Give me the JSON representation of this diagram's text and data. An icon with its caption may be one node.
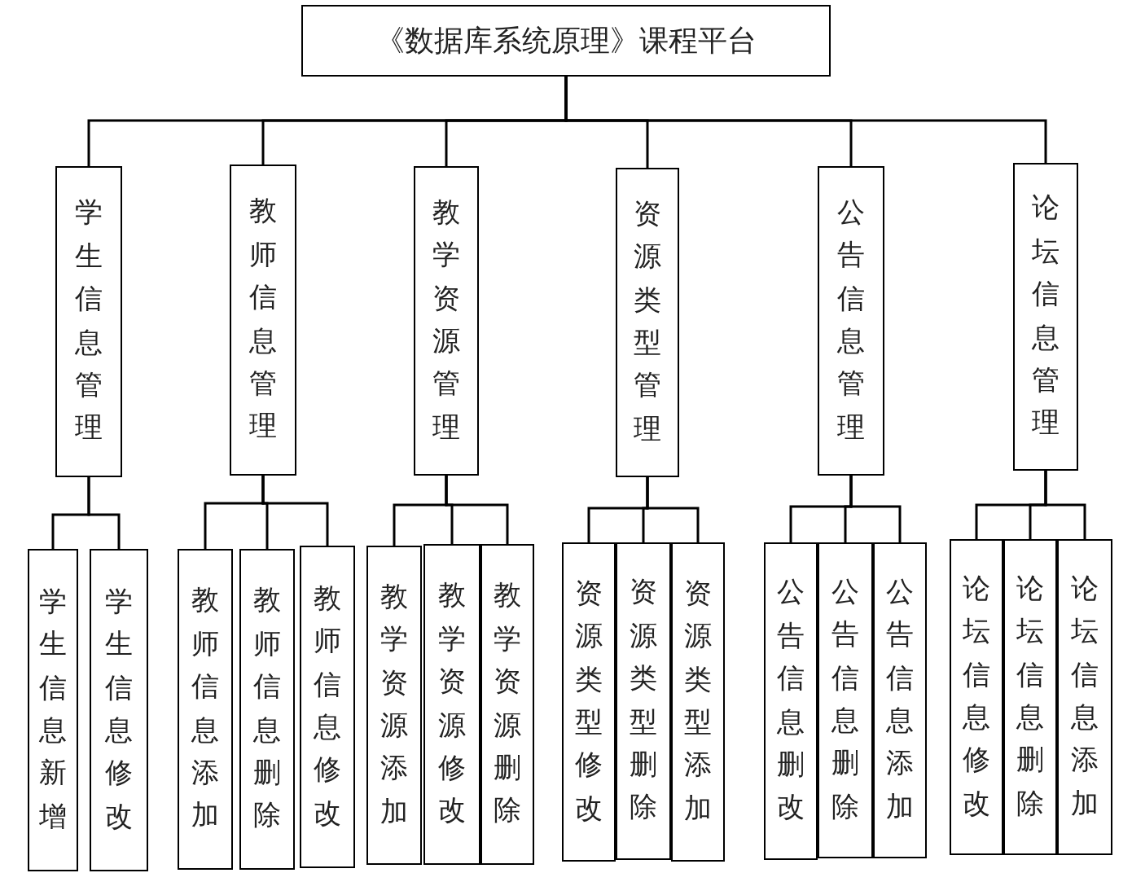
{
  "diagram": {
    "nodes": [
      {
        "text": [
          "《数据库系统原理》课程平台"
        ]
      },
      {
        "text": [
          "学生信息管理"
        ]
      },
      {
        "text": [
          "教师信息管理"
        ]
      },
      {
        "text": [
          "教学资源管理"
        ]
      },
      {
        "text": [
          "资源类型管理"
        ]
      },
      {
        "text": [
          "公告信息管理"
        ]
      },
      {
        "text": [
          "论坛信息管理"
        ]
      },
      {
        "text": [
          "学生信息新增"
        ]
      },
      {
        "text": [
          "学生信息修改"
        ]
      },
      {
        "text": [
          "教师信息添加"
        ]
      },
      {
        "text": [
          "教师信息删除"
        ]
      },
      {
        "text": [
          "教师信息修改"
        ]
      },
      {
        "text": [
          "教学资源添加"
        ]
      },
      {
        "text": [
          "教学资源修改"
        ]
      },
      {
        "text": [
          "教学资源删除"
        ]
      },
      {
        "text": [
          "资源类型修改"
        ]
      },
      {
        "text": [
          "资源类型删除"
        ]
      },
      {
        "text": [
          "资源类型添加"
        ]
      },
      {
        "text": [
          "公告信息删改"
        ]
      },
      {
        "text": [
          "公告信息删除"
        ]
      },
      {
        "text": [
          "公告信息添加"
        ]
      },
      {
        "text": [
          "论坛信息修改"
        ]
      },
      {
        "text": [
          "论坛信息删除"
        ]
      },
      {
        "text": [
          "论坛信息添加"
        ]
      }
    ],
    "edges": [
      {
        "from": 0,
        "to": 1,
        "arrow": "none"
      },
      {
        "from": 0,
        "to": 2,
        "arrow": "none"
      },
      {
        "from": 0,
        "to": 3,
        "arrow": "none"
      },
      {
        "from": 0,
        "to": 4,
        "arrow": "none"
      },
      {
        "from": 0,
        "to": 5,
        "arrow": "none"
      },
      {
        "from": 0,
        "to": 6,
        "arrow": "none"
      },
      {
        "from": 1,
        "to": 7,
        "arrow": "none"
      },
      {
        "from": 1,
        "to": 8,
        "arrow": "none"
      },
      {
        "from": 2,
        "to": 9,
        "arrow": "none"
      },
      {
        "from": 2,
        "to": 10,
        "arrow": "none"
      },
      {
        "from": 2,
        "to": 11,
        "arrow": "none"
      },
      {
        "from": 3,
        "to": 12,
        "arrow": "none"
      },
      {
        "from": 3,
        "to": 13,
        "arrow": "none"
      },
      {
        "from": 3,
        "to": 14,
        "arrow": "none"
      },
      {
        "from": 4,
        "to": 15,
        "arrow": "none"
      },
      {
        "from": 4,
        "to": 16,
        "arrow": "none"
      },
      {
        "from": 4,
        "to": 17,
        "arrow": "none"
      },
      {
        "from": 5,
        "to": 18,
        "arrow": "none"
      },
      {
        "from": 5,
        "to": 19,
        "arrow": "none"
      },
      {
        "from": 5,
        "to": 20,
        "arrow": "none"
      },
      {
        "from": 6,
        "to": 21,
        "arrow": "none"
      },
      {
        "from": 6,
        "to": 22,
        "arrow": "none"
      },
      {
        "from": 6,
        "to": 23,
        "arrow": "none"
      }
    ]
  }
}
